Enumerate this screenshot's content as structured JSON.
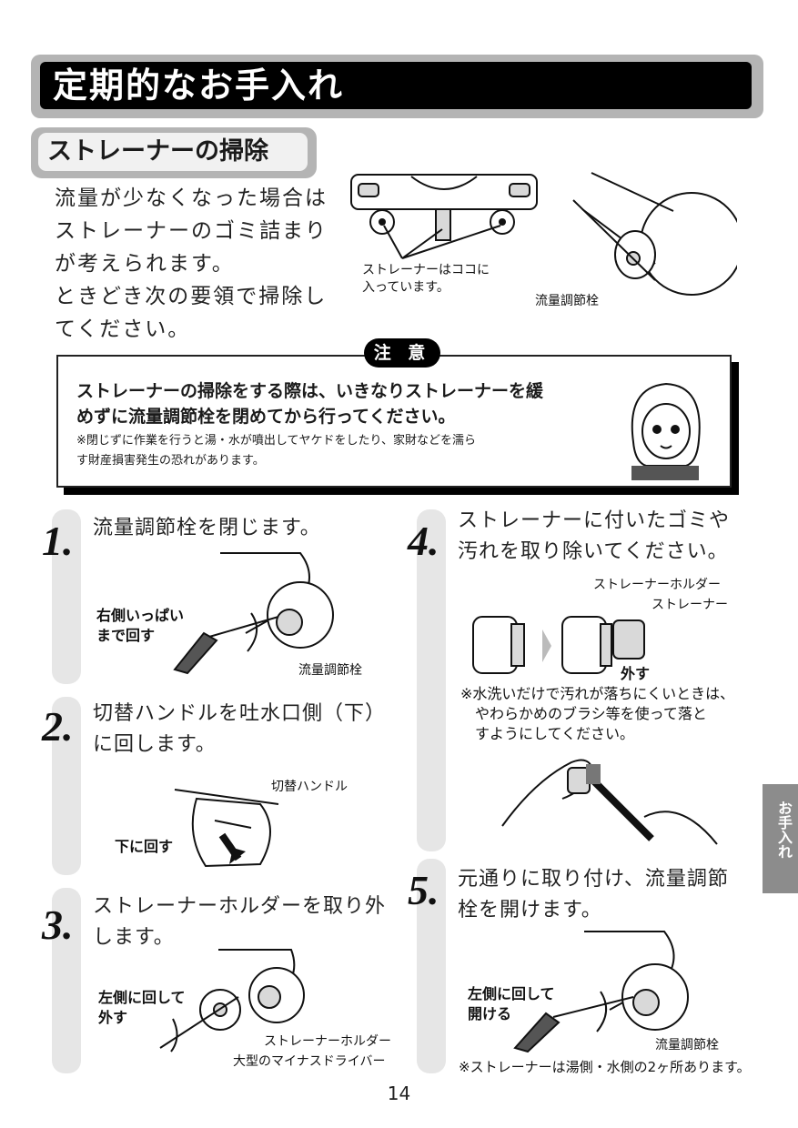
{
  "title": "定期的なお手入れ",
  "section_title": "ストレーナーの掃除",
  "intro_lines": [
    "流量が少なくなった場合は",
    "ストレーナーのゴミ詰まり",
    "が考えられます。",
    "ときどき次の要領で掃除し",
    "てください。"
  ],
  "figure_labels": {
    "strainer_location": [
      "ストレーナーはココに",
      "入っています。"
    ],
    "flow_valve": "流量調節栓"
  },
  "caution": {
    "badge": "注 意",
    "main_lines": [
      "ストレーナーの掃除をする際は、いきなりストレーナーを緩",
      "めずに流量調節栓を閉めてから行ってください。"
    ],
    "note_lines": [
      "※閉じずに作業を行うと湯・水が噴出してヤケドをしたり、家財などを濡ら",
      "す財産損害発生の恐れがあります。"
    ]
  },
  "steps": [
    {
      "number": "1.",
      "lines": [
        "流量調節栓を閉じます。"
      ],
      "labels": {
        "turn": [
          "右側いっぱい",
          "まで回す"
        ],
        "part": "流量調節栓"
      }
    },
    {
      "number": "2.",
      "lines": [
        "切替ハンドルを吐水口側（下）",
        "に回します。"
      ],
      "labels": {
        "part": "切替ハンドル",
        "turn": "下に回す"
      }
    },
    {
      "number": "3.",
      "lines": [
        "ストレーナーホルダーを取り外",
        "します。"
      ],
      "labels": {
        "turn": [
          "左側に回して",
          "外す"
        ],
        "holder": "ストレーナーホルダー",
        "driver": "大型のマイナスドライバー"
      }
    },
    {
      "number": "4.",
      "lines": [
        "ストレーナーに付いたゴミや",
        "汚れを取り除いてください。"
      ],
      "labels": {
        "holder": "ストレーナーホルダー",
        "strainer": "ストレーナー",
        "remove": "外す"
      },
      "note_lines": [
        "※水洗いだけで汚れが落ちにくいときは、",
        "　やわらかめのブラシ等を使って落と",
        "　すようにしてください。"
      ]
    },
    {
      "number": "5.",
      "lines": [
        "元通りに取り付け、流量調節",
        "栓を開けます。"
      ],
      "labels": {
        "turn": [
          "左側に回して",
          "開ける"
        ],
        "part": "流量調節栓"
      },
      "note": "※ストレーナーは湯側・水側の2ヶ所あります。"
    }
  ],
  "side_tab": "お手入れ",
  "page_number": "14"
}
